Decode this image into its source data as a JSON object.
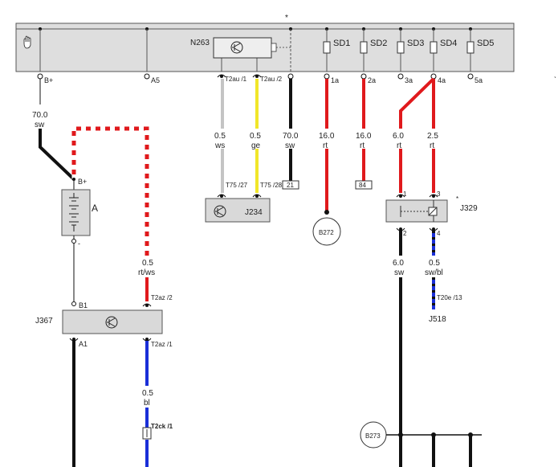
{
  "top_marker": "*",
  "side_marker": "ˎ",
  "icons": {
    "hand": "hand-pointer-icon",
    "transistor": "transistor-icon"
  },
  "colors": {
    "black": "#111111",
    "red": "#e0191c",
    "yellow": "#f1e629",
    "blue": "#1a2fd8",
    "grey_box": "#d9d9d9"
  },
  "module_n263": {
    "name": "N263",
    "pins": [
      "T2au /1",
      "T2au /2"
    ]
  },
  "fuses": [
    "SD1",
    "SD2",
    "SD3",
    "SD4",
    "SD5"
  ],
  "bus_terminals": [
    "B+",
    "A5",
    "1a",
    "2a",
    "3a",
    "4a",
    "5a"
  ],
  "wires": [
    {
      "size": "70.0",
      "color": "sw"
    },
    {
      "size": "0.5",
      "color": "ws"
    },
    {
      "size": "0.5",
      "color": "ge"
    },
    {
      "size": "70.0",
      "color": "sw"
    },
    {
      "size": "16.0",
      "color": "rt"
    },
    {
      "size": "16.0",
      "color": "rt"
    },
    {
      "size": "6.0",
      "color": "rt"
    },
    {
      "size": "2.5",
      "color": "rt"
    },
    {
      "size": "0.5",
      "color": "rt/ws"
    },
    {
      "size": "6.0",
      "color": "sw"
    },
    {
      "size": "0.5",
      "color": "sw/bl"
    },
    {
      "size": "0.5",
      "color": "bl"
    }
  ],
  "battery": {
    "name": "A",
    "plus": "B+",
    "minus": "-"
  },
  "module_j234": {
    "name": "J234",
    "pins": [
      "T75 /27",
      "T75 /28"
    ]
  },
  "ref_boxes": [
    "21",
    "84"
  ],
  "ground_b272": "B272",
  "ground_b273": "B273",
  "relay_j329": {
    "name": "J329",
    "marker": "*",
    "pins": [
      "1",
      "3",
      "2",
      "4"
    ]
  },
  "module_j367": {
    "name": "J367",
    "pins": [
      "B1",
      "T2az /2",
      "A1",
      "T2az /1"
    ]
  },
  "connector_t20e": "T20e /13",
  "target_j518": "J518",
  "connector_t2ck": "T2ck /1"
}
